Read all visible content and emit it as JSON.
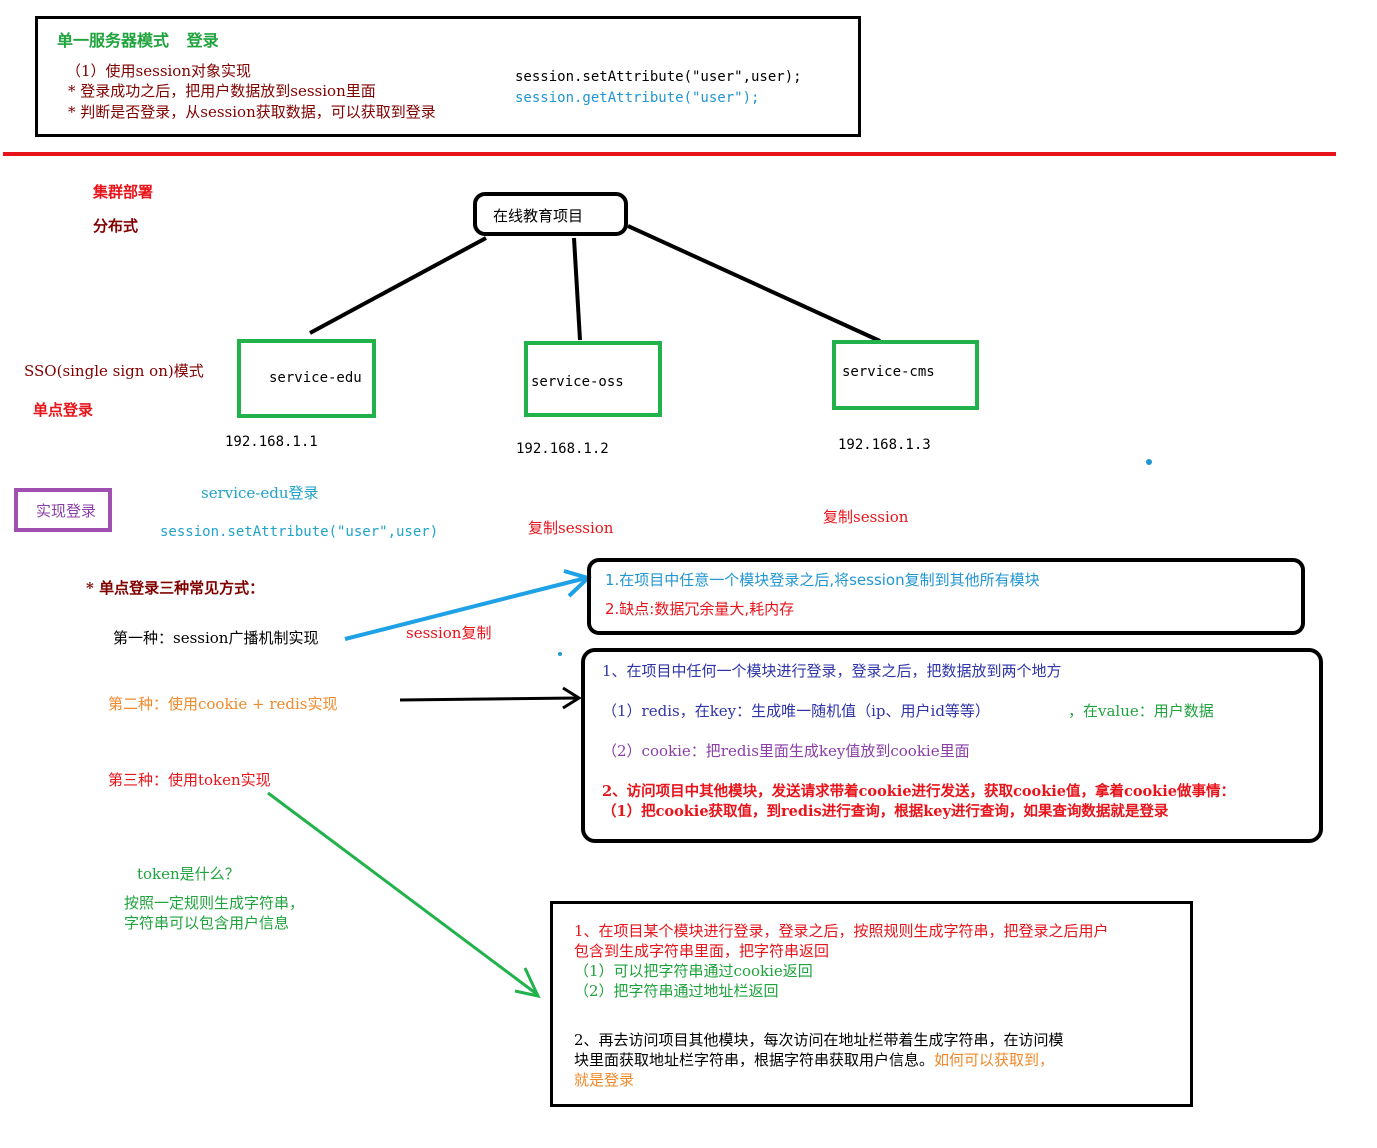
{
  "top": {
    "title_a": "单一服务器模式",
    "title_b": "登录",
    "item1": "（1）使用session对象实现",
    "item2": "* 登录成功之后，把用户数据放到session里面",
    "item3": "* 判断是否登录，从session获取数据，可以获取到登录",
    "code_set": "session.setAttribute(\"user\",user);",
    "code_get": "session.getAttribute(\"user\");"
  },
  "left": {
    "cluster": "集群部署",
    "distributed": "分布式",
    "sso": "SSO(single sign on)模式",
    "sso_cn": "单点登录",
    "implement": "实现登录",
    "three_ways": "* 单点登录三种常见方式：",
    "way1": "第一种：session广播机制实现",
    "way2": "第二种：使用cookie + redis实现",
    "way3": "第三种：使用token实现",
    "token_q": "token是什么？",
    "token_a1": "按照一定规则生成字符串，",
    "token_a2": "字符串可以包含用户信息"
  },
  "diagram": {
    "root": "在线教育项目",
    "services": [
      {
        "name": "service-edu",
        "ip": "192.168.1.1"
      },
      {
        "name": "service-oss",
        "ip": "192.168.1.2"
      },
      {
        "name": "service-cms",
        "ip": "192.168.1.3"
      }
    ],
    "edu_login": "service-edu登录",
    "edu_code": "session.setAttribute(\"user\",user)",
    "copy1": "复制session",
    "copy2": "复制session",
    "session_copy": "session复制"
  },
  "box1": {
    "line1": "1.在项目中任意一个模块登录之后,将session复制到其他所有模块",
    "line2": "2.缺点:数据冗余量大,耗内存"
  },
  "box2": {
    "line1": "1、在项目中任何一个模块进行登录，登录之后，把数据放到两个地方",
    "line2a": "（1）redis，在key：生成唯一随机值（ip、用户id等等）",
    "line2b": "，在value：用户数据",
    "line3": "（2）cookie：把redis里面生成key值放到cookie里面",
    "line4": "2、访问项目中其他模块，发送请求带着cookie进行发送，获取cookie值，拿着cookie做事情：",
    "line5": "（1）把cookie获取值，到redis进行查询，根据key进行查询，如果查询数据就是登录"
  },
  "box3": {
    "line1": "1、在项目某个模块进行登录，登录之后，按照规则生成字符串，把登录之后用户",
    "line2": "包含到生成字符串里面，把字符串返回",
    "line3": "（1）可以把字符串通过cookie返回",
    "line4": "（2）把字符串通过地址栏返回",
    "line5": "2、再去访问项目其他模块，每次访问在地址栏带着生成字符串，在访问模",
    "line6a": "块里面获取地址栏字符串，根据字符串获取用户信息。",
    "line6b": "如何可以获取到，",
    "line7": "就是登录"
  },
  "colors": {
    "red": "#e8141b",
    "green": "#1fa33d",
    "blue": "#2196d3",
    "navy": "#2f34a8",
    "purple": "#8b3ea8",
    "orange": "#f0892a",
    "box_green": "#22b24c"
  }
}
